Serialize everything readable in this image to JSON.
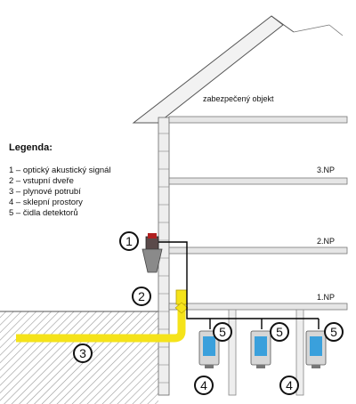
{
  "title": "zabezpečený objekt",
  "floors": [
    "3.NP",
    "2.NP",
    "1.NP"
  ],
  "legend": {
    "title": "Legenda:",
    "items": [
      "1 – optický akustický signál",
      "2 – vstupní dveře",
      "3 – plynové potrubí",
      "4 – sklepní prostory",
      "5 – čidla detektorů"
    ]
  },
  "markers": [
    "1",
    "2",
    "3",
    "4",
    "4",
    "5",
    "5",
    "5"
  ],
  "colors": {
    "gas_pipe": "#f5e31a",
    "detector": "#3aa0dc",
    "ground_hatch": "#888888",
    "wire": "#000000"
  }
}
